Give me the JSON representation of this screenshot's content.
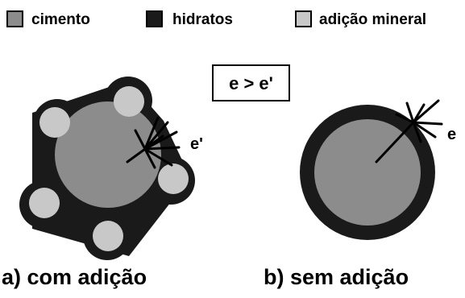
{
  "legend": {
    "items": [
      {
        "label": "cimento",
        "color": "#8c8c8c"
      },
      {
        "label": "hidratos",
        "color": "#1a1a1a"
      },
      {
        "label": "adição mineral",
        "color": "#c8c8c8"
      }
    ]
  },
  "relation": {
    "text": "e > e'"
  },
  "panel_a": {
    "thickness_label": "e'",
    "caption": "a) com adição"
  },
  "panel_b": {
    "thickness_label": "e",
    "caption": "b) sem adição"
  },
  "colors": {
    "cement": "#8c8c8c",
    "hydrates": "#1a1a1a",
    "mineral_addition": "#c8c8c8",
    "outline": "#000000"
  }
}
